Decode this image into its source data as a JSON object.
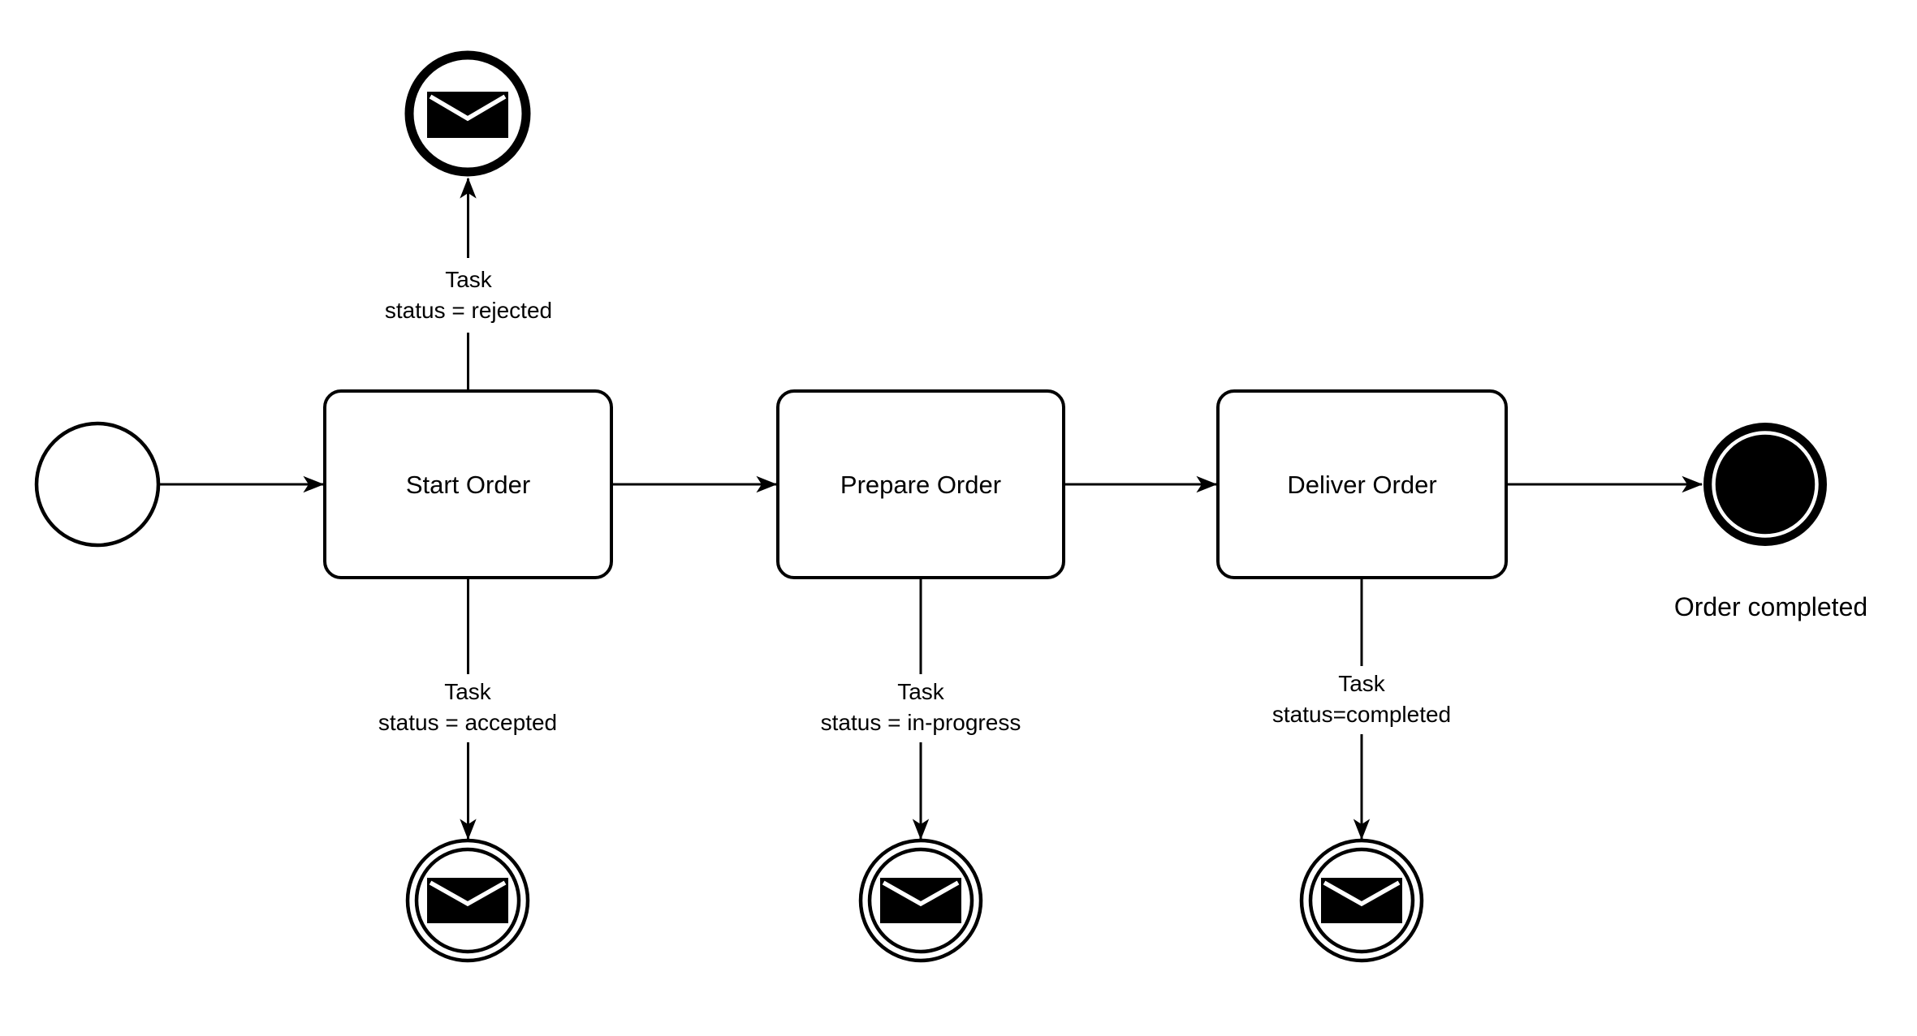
{
  "colors": {
    "stroke": "#000000",
    "background": "#FFFFFF",
    "text": "#000000"
  },
  "nodes": {
    "start_event": {
      "kind": "start event"
    },
    "tasks": {
      "start": {
        "label": "Start Order"
      },
      "prepare": {
        "label": "Prepare Order"
      },
      "deliver": {
        "label": "Deliver Order"
      }
    },
    "message_events": {
      "rejected": {
        "kind": "message end event",
        "icon": "envelope-icon"
      },
      "accepted": {
        "kind": "intermediate message event",
        "icon": "envelope-icon"
      },
      "in_progress": {
        "kind": "intermediate message event",
        "icon": "envelope-icon"
      },
      "completed": {
        "kind": "intermediate message event",
        "icon": "envelope-icon"
      }
    },
    "end_event": {
      "kind": "end event",
      "label": "Order completed"
    }
  },
  "edge_labels": {
    "rejected": {
      "lines": [
        "Task",
        "status = rejected"
      ]
    },
    "accepted": {
      "lines": [
        "Task",
        "status = accepted"
      ]
    },
    "in_progress": {
      "lines": [
        "Task",
        "status = in-progress"
      ]
    },
    "completed": {
      "lines": [
        "Task",
        "status=completed"
      ]
    }
  },
  "flow": [
    {
      "from": "start-event",
      "to": "Start Order"
    },
    {
      "from": "Start Order",
      "to": "Prepare Order"
    },
    {
      "from": "Prepare Order",
      "to": "Deliver Order"
    },
    {
      "from": "Deliver Order",
      "to": "Order completed"
    },
    {
      "from": "Start Order",
      "to": "message-end-event",
      "label": "Task status = rejected"
    },
    {
      "from": "Start Order",
      "to": "message-event-accepted",
      "label": "Task status = accepted"
    },
    {
      "from": "Prepare Order",
      "to": "message-event-in-progress",
      "label": "Task status = in-progress"
    },
    {
      "from": "Deliver Order",
      "to": "message-event-completed",
      "label": "Task status=completed"
    }
  ]
}
